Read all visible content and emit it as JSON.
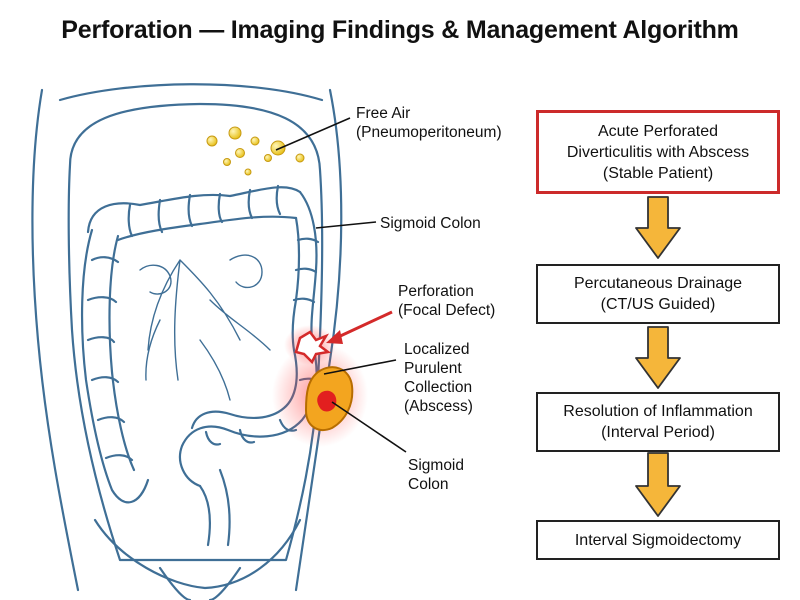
{
  "title": "Perforation — Imaging Findings & Management Algorithm",
  "labels": {
    "free_air": [
      "Free Air",
      "(Pneumoperitoneum)"
    ],
    "sigmoid_upper": [
      "Sigmoid Colon"
    ],
    "perforation": [
      "Perforation",
      "(Focal Defect)"
    ],
    "abscess": [
      "Localized",
      "Purulent",
      "Collection",
      "(Abscess)"
    ],
    "sigmoid_lower": [
      "Sigmoid",
      "Colon"
    ]
  },
  "flowchart": {
    "steps": [
      [
        "Acute Perforated",
        "Diverticulitis with Abscess",
        "(Stable Patient)"
      ],
      [
        "Percutaneous Drainage",
        "(CT/US Guided)"
      ],
      [
        "Resolution of Inflammation",
        "(Interval Period)"
      ],
      [
        "Interval Sigmoidectomy"
      ]
    ]
  },
  "colors": {
    "outline": "#3f6f96",
    "start_border": "#cc2a2a",
    "arrow_fill": "#f5b63a",
    "arrow_stroke": "#333333",
    "abscess_fill": "#f3a51f",
    "perforation_red": "#d42a2a",
    "free_air": "#f2d23a"
  }
}
